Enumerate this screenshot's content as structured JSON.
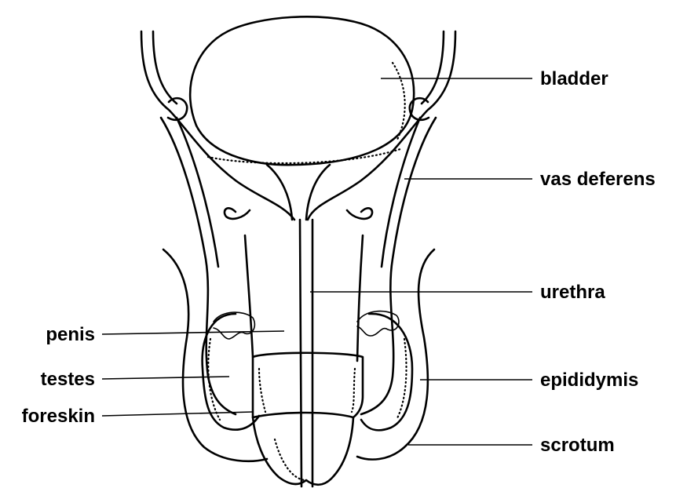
{
  "labels": {
    "bladder": "bladder",
    "vas_deferens": "vas deferens",
    "urethra": "urethra",
    "penis": "penis",
    "testes": "testes",
    "epididymis": "epididymis",
    "foreskin": "foreskin",
    "scrotum": "scrotum"
  }
}
